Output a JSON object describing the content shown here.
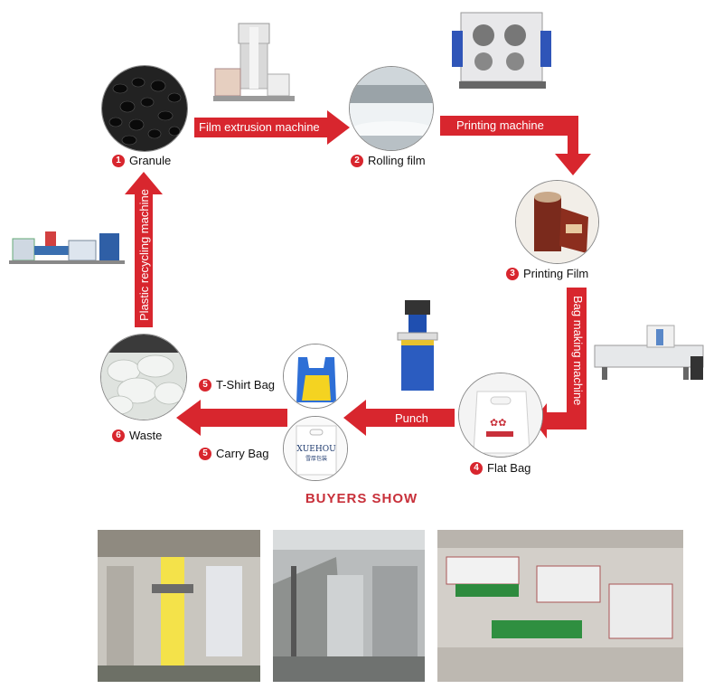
{
  "nodes": {
    "granule": {
      "num": "1",
      "label": "Granule"
    },
    "rolling_film": {
      "num": "2",
      "label": "Rolling film"
    },
    "printing_film": {
      "num": "3",
      "label": "Printing Film"
    },
    "flat_bag": {
      "num": "4",
      "label": "Flat Bag"
    },
    "tshirt_bag": {
      "num": "5",
      "label": "T-Shirt Bag"
    },
    "carry_bag": {
      "num": "5",
      "label": "Carry Bag"
    },
    "waste": {
      "num": "6",
      "label": "Waste"
    }
  },
  "arrows": {
    "film_extrusion": "Film extrusion machine",
    "printing": "Printing machine",
    "bag_making": "Bag making machine",
    "punch": "Punch",
    "recycling": "Plastic recycling machine"
  },
  "carry_bag_print": {
    "brand": "XUEHOU",
    "sub": "雪厚包装"
  },
  "buyers_show": "BUYERS SHOW",
  "colors": {
    "arrow": "#d8262e",
    "accent": "#c8303a"
  }
}
